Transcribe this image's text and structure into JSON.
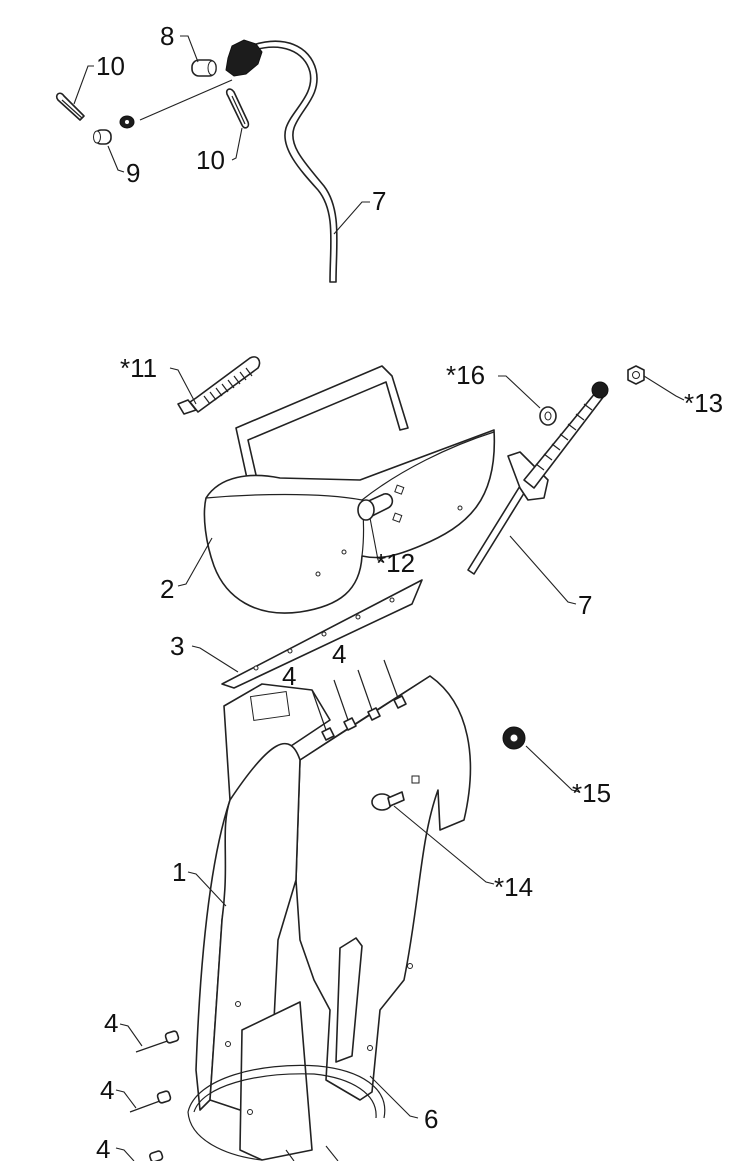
{
  "callouts": {
    "c10a": "10",
    "c8": "8",
    "c9": "9",
    "c10b": "10",
    "c7a": "7",
    "c11": "*11",
    "c16": "*16",
    "c13": "*13",
    "c12": "*12",
    "c2": "2",
    "c7b": "7",
    "c3": "3",
    "c4a": "4",
    "c4b": "4",
    "c15": "*15",
    "c1": "1",
    "c14": "*14",
    "c4c": "4",
    "c4d": "4",
    "c4e": "4",
    "c6": "6"
  }
}
